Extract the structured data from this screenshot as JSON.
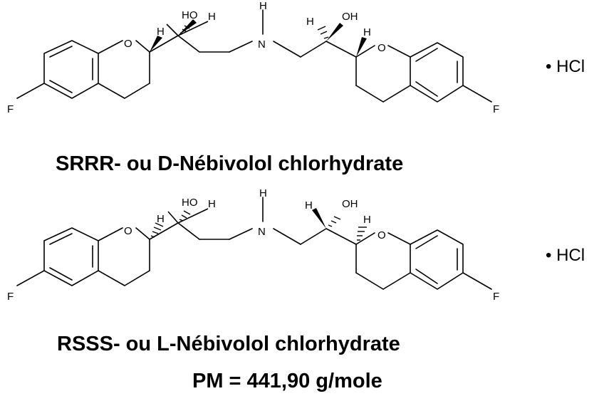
{
  "molecules": [
    {
      "caption": "SRRR- ou D-Nébivolol chlorhydrate",
      "salt": "• HCl",
      "atoms": {
        "f_left": "F",
        "o_left": "O",
        "ho": "HO",
        "h_a": "H",
        "h_b": "H",
        "h_n": "H",
        "n": "N",
        "oh": "OH",
        "h_c": "H",
        "o_right": "O",
        "f_right": "F"
      }
    },
    {
      "caption": "RSSS- ou L-Nébivolol chlorhydrate",
      "salt": "• HCl",
      "atoms": {
        "f_left": "F",
        "o_left": "O",
        "ho": "HO",
        "h_a": "H",
        "h_b": "H",
        "h_n": "H",
        "n": "N",
        "oh": "OH",
        "h_c": "H",
        "o_right": "O",
        "f_right": "F"
      }
    }
  ],
  "molar_mass": "PM = 441,90 g/mole",
  "colors": {
    "ink": "#000000",
    "background": "#ffffff"
  }
}
